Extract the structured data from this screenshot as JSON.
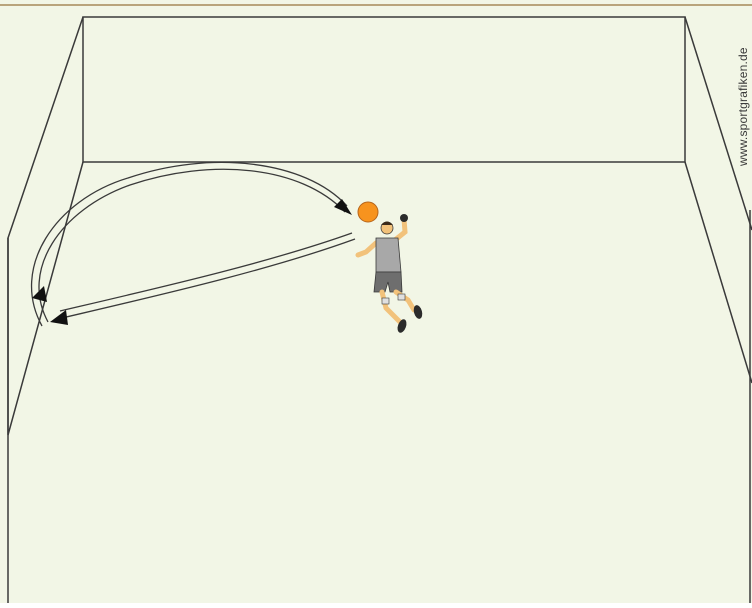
{
  "watermark": "www.sportgrafiken.de",
  "colors": {
    "floor": "#f2f6e6",
    "wall": "#f2f6e6",
    "lines": "#3a3a3a",
    "top_border": "#b9a47c",
    "ball": "#f7931e",
    "shirt": "#a8a8a8",
    "shorts": "#6e6e6e",
    "skin": "#f2c27b"
  },
  "icons": {
    "ball": "volleyball-icon",
    "player": "jumping-player-figure",
    "arc_arrow": "curved-pass-arrow",
    "return_arrow": "straight-pass-arrow"
  }
}
